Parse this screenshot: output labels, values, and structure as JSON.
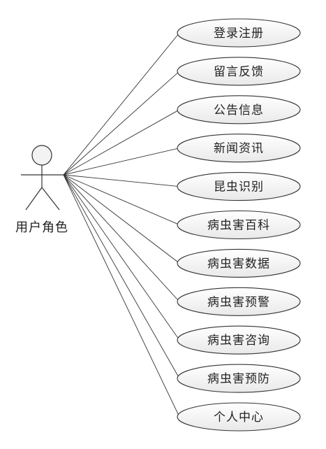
{
  "actor": {
    "name": "用户角色"
  },
  "use_cases": [
    "登录注册",
    "留言反馈",
    "公告信息",
    "新闻资讯",
    "昆虫识别",
    "病虫害百科",
    "病虫害数据",
    "病虫害预警",
    "病虫害咨询",
    "病虫害预防",
    "个人中心"
  ],
  "colors": {
    "ellipse_fill_top": "#ffffff",
    "ellipse_fill_bottom": "#e9e9e9",
    "stroke": "#333333"
  }
}
